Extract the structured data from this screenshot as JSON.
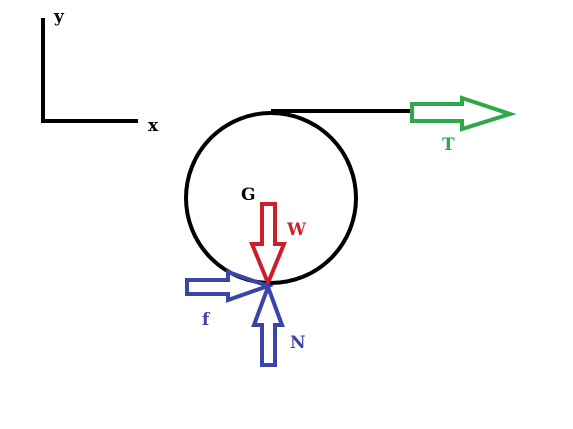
{
  "axes": {
    "x_label": "x",
    "y_label": "y",
    "color": "#000000"
  },
  "body": {
    "center_label": "G",
    "color": "#000000"
  },
  "forces": {
    "tension": {
      "label": "T",
      "color": "#2ea84a"
    },
    "weight": {
      "label": "W",
      "color": "#cc1f2b"
    },
    "friction": {
      "label": "f",
      "color": "#3a45a8"
    },
    "normal": {
      "label": "N",
      "color": "#3a45a8"
    }
  }
}
